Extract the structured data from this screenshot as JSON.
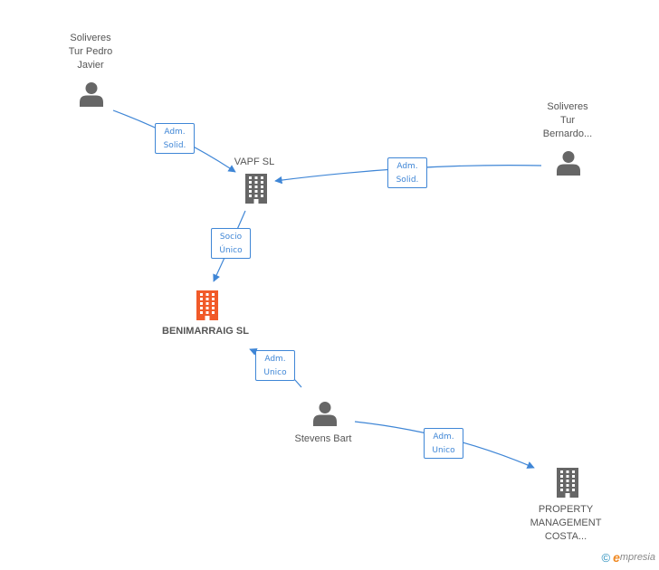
{
  "diagram": {
    "title": "",
    "colors": {
      "edge": "#3f86d6",
      "person": "#666666",
      "company": "#666666",
      "focus": "#f15a29"
    },
    "nodes": [
      {
        "id": "soliveres-pedro",
        "kind": "person-icon",
        "lines": [
          "Soliveres",
          "Tur Pedro",
          "Javier"
        ]
      },
      {
        "id": "soliveres-bernardo",
        "kind": "person-icon",
        "lines": [
          "Soliveres",
          "Tur",
          "Bernardo..."
        ]
      },
      {
        "id": "vapf",
        "kind": "building-icon",
        "lines": [
          "VAPF SL"
        ]
      },
      {
        "id": "benimarraig",
        "kind": "building-icon",
        "focus": true,
        "lines": [
          "BENIMARRAIG SL"
        ]
      },
      {
        "id": "stevens",
        "kind": "person-icon",
        "lines": [
          "Stevens Bart"
        ]
      },
      {
        "id": "property",
        "kind": "building-icon",
        "lines": [
          "PROPERTY",
          "MANAGEMENT",
          "COSTA..."
        ]
      }
    ],
    "edges": [
      {
        "from": "soliveres-pedro",
        "to": "vapf",
        "label": [
          "Adm.",
          "Solid."
        ]
      },
      {
        "from": "soliveres-bernardo",
        "to": "vapf",
        "label": [
          "Adm.",
          "Solid."
        ]
      },
      {
        "from": "vapf",
        "to": "benimarraig",
        "label": [
          "Socio",
          "Único"
        ]
      },
      {
        "from": "stevens",
        "to": "benimarraig",
        "label": [
          "Adm.",
          "Unico"
        ]
      },
      {
        "from": "stevens",
        "to": "property",
        "label": [
          "Adm.",
          "Unico"
        ]
      }
    ]
  },
  "brand": {
    "copyright_symbol": "©",
    "initial": "e",
    "rest": "mpresia",
    "icon": "copyright-icon"
  }
}
